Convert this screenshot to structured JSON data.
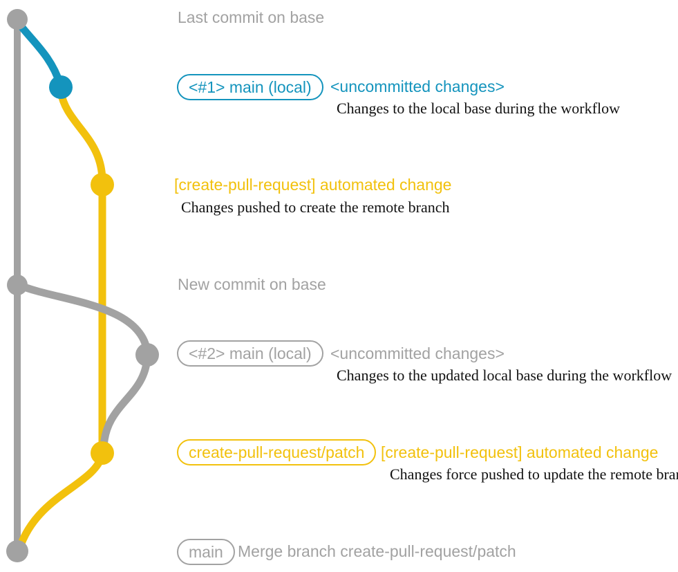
{
  "colors": {
    "gray": "#a2a2a2",
    "blue": "#1494bd",
    "yellow": "#f2c10d",
    "ink": "#111111",
    "background": "#ffffff"
  },
  "annotations": {
    "last_commit_caption": "Last commit on base",
    "new_commit_caption": "New commit on base",
    "merge_caption": "Merge branch create-pull-request/patch"
  },
  "commits": {
    "main1": {
      "badge": "<#1> main (local)",
      "title": "<uncommitted changes>",
      "description": "Changes to the local base during the workflow"
    },
    "patch1": {
      "title": "[create-pull-request] automated change",
      "description": "Changes pushed to create the remote branch"
    },
    "main2": {
      "badge": "<#2> main (local)",
      "title": "<uncommitted changes>",
      "description": "Changes to the updated local base during the workflow"
    },
    "patch2": {
      "badge": "create-pull-request/patch",
      "title": "[create-pull-request] automated change",
      "description": "Changes force pushed to update the remote branch"
    },
    "merge": {
      "badge": "main"
    }
  }
}
